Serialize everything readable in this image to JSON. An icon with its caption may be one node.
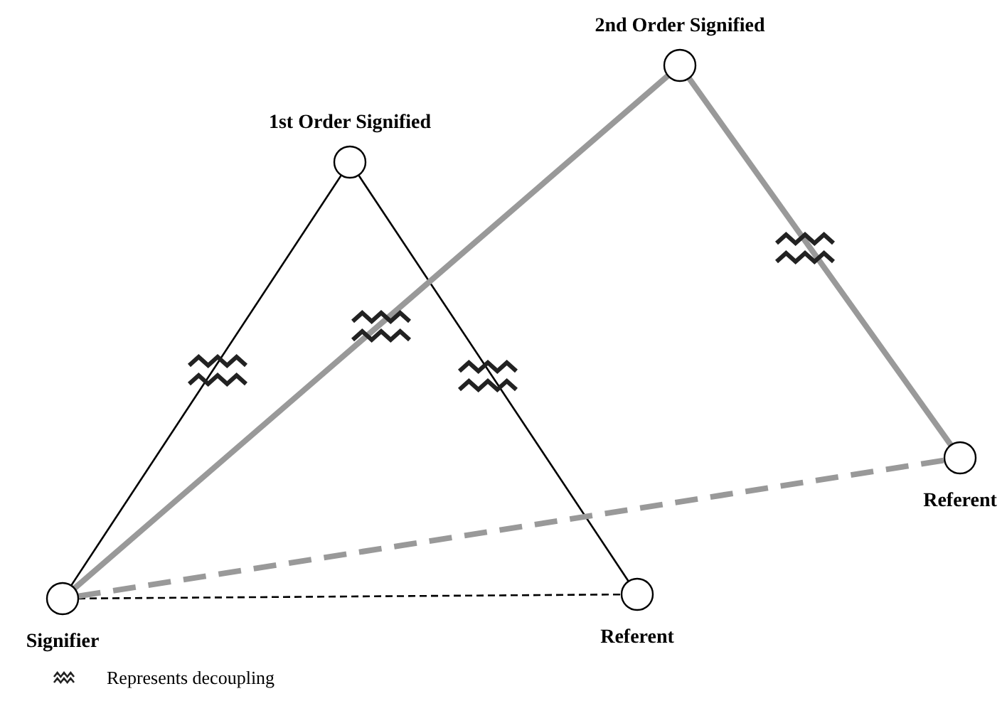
{
  "diagram": {
    "nodes": [
      {
        "text": [
          "2nd Order Signified"
        ]
      },
      {
        "text": [
          "1st Order Signified"
        ]
      },
      {
        "text": [
          "Referent"
        ]
      },
      {
        "text": [
          "Signifier"
        ]
      },
      {
        "text": [
          "Referent"
        ]
      }
    ],
    "edges": [
      {
        "from": 1,
        "to": 3,
        "arrow": "none"
      },
      {
        "from": 1,
        "to": 4,
        "arrow": "none"
      },
      {
        "from": 3,
        "to": 4,
        "arrow": "none",
        "style": "dashed"
      },
      {
        "from": 3,
        "to": 0,
        "arrow": "none",
        "style": "thick",
        "color": "#999999"
      },
      {
        "from": 0,
        "to": 2,
        "arrow": "none",
        "style": "thick",
        "color": "#999999"
      },
      {
        "from": 3,
        "to": 2,
        "arrow": "none",
        "style": "dashed",
        "color": "#999999"
      }
    ],
    "legend": [
      {
        "text": "Represents decoupling"
      }
    ]
  }
}
